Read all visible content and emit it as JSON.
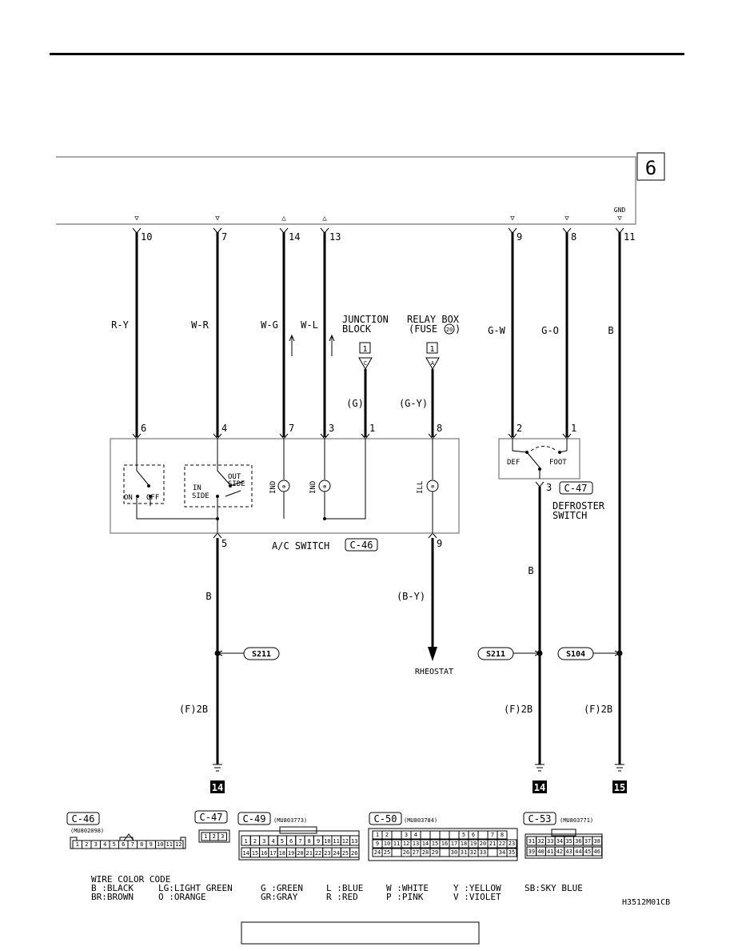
{
  "page": {
    "section_number": "6",
    "footer_code": "H3512M01CB"
  },
  "terminals_top": [
    {
      "pin": "10",
      "wire": "R-Y",
      "dir": "down"
    },
    {
      "pin": "7",
      "wire": "W-R",
      "dir": "down"
    },
    {
      "pin": "14",
      "wire": "W-G",
      "dir": "up"
    },
    {
      "pin": "13",
      "wire": "W-L",
      "dir": "up"
    },
    {
      "pin": "9",
      "wire": "G-W",
      "dir": "down"
    },
    {
      "pin": "8",
      "wire": "G-O",
      "dir": "down"
    },
    {
      "pin": "11",
      "wire": "B",
      "dir": "down",
      "label": "GND"
    }
  ],
  "junction_block": {
    "line1": "JUNCTION",
    "line2": "BLOCK",
    "ref": "1",
    "pin": "C",
    "wire": "(G)"
  },
  "relay_box": {
    "line1": "RELAY BOX",
    "line2_a": "(FUSE",
    "fuse": "20",
    "line2_b": ")",
    "ref": "1",
    "pin": "A",
    "wire": "(G-Y)"
  },
  "ac_switch": {
    "label": "A/C SWITCH",
    "connector": "C-46",
    "pins_top": [
      "6",
      "4",
      "7",
      "3",
      "1",
      "8"
    ],
    "pins_bottom": [
      "5",
      "9"
    ],
    "switch1": {
      "on": "ON",
      "off": "OFF"
    },
    "switch2": {
      "in1": "IN",
      "in2": "SIDE",
      "out1": "OUT",
      "out2": "SIDE"
    },
    "indicators": [
      "IND",
      "IND",
      "ILL"
    ]
  },
  "defroster": {
    "line1": "DEFROSTER",
    "line2": "SWITCH",
    "connector": "C-47",
    "pins_top": [
      "2",
      "1"
    ],
    "pin_bottom": "3",
    "def": "DEF",
    "foot": "FOOT"
  },
  "lower_wires": {
    "left_b": "B",
    "mid_by": "(B-Y)",
    "rheostat": "RHEOSTAT",
    "def_b": "B",
    "splice_1": "S211",
    "splice_2": "S211",
    "splice_3": "S104",
    "ground_wire_1": "(F)2B",
    "ground_wire_2": "(F)2B",
    "ground_wire_3": "(F)2B",
    "ground_1": "14",
    "ground_2": "14",
    "ground_3": "15"
  },
  "connectors": [
    {
      "id": "C-46",
      "part": "(MU802098)",
      "pins": [
        "1",
        "2",
        "3",
        "4",
        "5",
        "6",
        "7",
        "8",
        "9",
        "10",
        "11",
        "12"
      ]
    },
    {
      "id": "C-47",
      "part": "",
      "pins": [
        "1",
        "2",
        "3"
      ]
    },
    {
      "id": "C-49",
      "part": "(MU803773)",
      "row1": [
        "1",
        "2",
        "3",
        "4",
        "5",
        "6",
        "7",
        "8",
        "9",
        "10",
        "11",
        "12",
        "13"
      ],
      "row2": [
        "14",
        "15",
        "16",
        "17",
        "18",
        "19",
        "20",
        "21",
        "22",
        "23",
        "24",
        "25",
        "26"
      ]
    },
    {
      "id": "C-50",
      "part": "(MU803784)",
      "row1": [
        "1",
        "2",
        "",
        "3",
        "4",
        "",
        "",
        "",
        "",
        "5",
        "6",
        "",
        "7",
        "8"
      ],
      "row2": [
        "9",
        "10",
        "11",
        "12",
        "13",
        "14",
        "15",
        "16",
        "17",
        "18",
        "19",
        "20",
        "21",
        "22",
        "23"
      ],
      "row3": [
        "24",
        "25",
        "",
        "26",
        "27",
        "28",
        "29",
        "",
        "30",
        "31",
        "32",
        "33",
        "",
        "34",
        "35"
      ]
    },
    {
      "id": "C-53",
      "part": "(MU803771)",
      "row1": [
        "31",
        "32",
        "33",
        "34",
        "35",
        "36",
        "37",
        "38"
      ],
      "row2": [
        "39",
        "40",
        "41",
        "42",
        "43",
        "44",
        "45",
        "46"
      ]
    }
  ],
  "wire_color_code": {
    "title": "WIRE COLOR CODE",
    "row1": [
      "B :BLACK",
      "LG:LIGHT GREEN",
      "G :GREEN",
      "L :BLUE",
      "W :WHITE",
      "Y :YELLOW",
      "SB:SKY BLUE"
    ],
    "row2": [
      "BR:BROWN",
      "O :ORANGE",
      "GR:GRAY",
      "R :RED",
      "P :PINK",
      "V :VIOLET"
    ]
  }
}
